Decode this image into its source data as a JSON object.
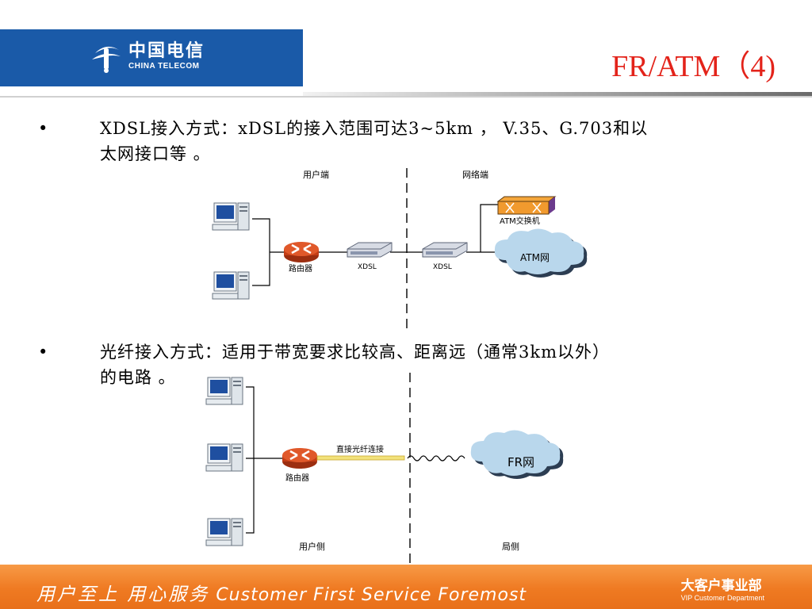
{
  "header": {
    "logo_cn": "中国电信",
    "logo_en": "CHINA TELECOM",
    "title": "FR/ATM（4)"
  },
  "bullets": [
    {
      "marker": "•",
      "line1": "XDSL接入方式：xDSL的接入范围可达3~5km ， V.35、G.703和以",
      "line2": "太网接口等 。"
    },
    {
      "marker": "•",
      "line1": "光纤接入方式：适用于带宽要求比较高、距离远（通常3km以外）",
      "line2": "的电路 。"
    }
  ],
  "diagram1": {
    "user_side": "用户端",
    "network_side": "网络端",
    "atm_switch": "ATM交换机",
    "atm_cloud": "ATM网",
    "router": "路由器",
    "xdsl_left": "XDSL",
    "xdsl_right": "XDSL"
  },
  "diagram2": {
    "fiber_link": "直接光纤连接",
    "router": "路由器",
    "fr_cloud": "FR网",
    "user_side": "用户侧",
    "office_side": "局侧"
  },
  "footer": {
    "slogan_cn": "用户至上  用心服务",
    "slogan_en": "Customer First Service Foremost",
    "dept_cn": "大客户事业部",
    "dept_en": "VIP Customer Department"
  },
  "colors": {
    "title": "#e3231a",
    "logo_bg": "#1a5aa8",
    "footer": "#ef7a22",
    "router": "#d94a1e",
    "cloud": "#b9d7ec"
  }
}
